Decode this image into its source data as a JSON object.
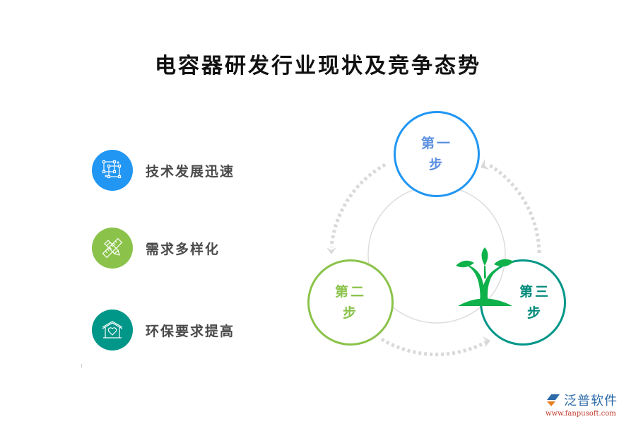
{
  "title": "电容器研发行业现状及竞争态势",
  "features": [
    {
      "label": "技术发展迅速",
      "icon": "layers-grid-icon",
      "color": "#2196f3"
    },
    {
      "label": "需求多样化",
      "icon": "ruler-pencil-icon",
      "color": "#8bc34a"
    },
    {
      "label": "环保要求提高",
      "icon": "house-heart-icon",
      "color": "#009688"
    }
  ],
  "steps": [
    {
      "line1": "第一",
      "line2": "步",
      "color": "#2196f3",
      "text_color": "#5b8fe0"
    },
    {
      "line1": "第二",
      "line2": "步",
      "color": "#8bc34a",
      "text_color": "#8bc34a"
    },
    {
      "line1": "第三",
      "line2": "步",
      "color": "#009688",
      "text_color": "#00897b"
    }
  ],
  "center_icon": "sprout-icon",
  "colors": {
    "sprout": "#0fb14b",
    "dotted_arrow": "#d9d9d9",
    "center_ring": "#dddddd"
  },
  "logo": {
    "brand": "泛普软件",
    "url": "www.fanpusoft.com"
  }
}
